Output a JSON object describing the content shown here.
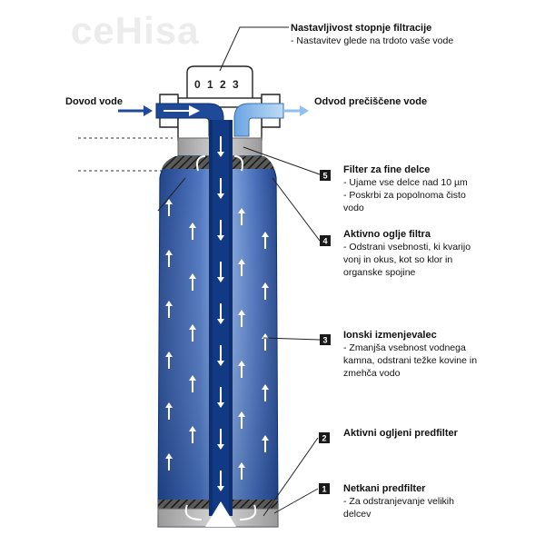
{
  "watermark": "ceHisa",
  "dial_numbers": "0 1 2 3",
  "inlet": "Dovod vode",
  "outlet": "Odvod prečiščene vode",
  "top_callout": {
    "title": "Nastavljivost stopnje filtracije",
    "lines": [
      "- Nastavitev glede na trdoto vaše vode"
    ]
  },
  "layers": [
    {
      "num": "5",
      "title": "Filter za fine delce",
      "lines": [
        "- Ujame vse delce nad 10 µm",
        "- Poskrbi za popolnoma čisto",
        "vodo"
      ]
    },
    {
      "num": "4",
      "title": "Aktivno oglje filtra",
      "lines": [
        "- Odstrani vsebnosti, ki kvarijo",
        "vonj in okus, kot so klor in",
        "organske spojine"
      ]
    },
    {
      "num": "3",
      "title": "Ionski izmenjevalec",
      "lines": [
        "- Zmanjša vsebnost vodnega",
        "kamna, odstrani težke kovine in",
        "zmehča vodo"
      ]
    },
    {
      "num": "2",
      "title": "Aktivni ogljeni predfilter",
      "lines": []
    },
    {
      "num": "1",
      "title": "Netkani predfilter",
      "lines": [
        "- Za odstranjevanje velikih",
        "delcev"
      ]
    }
  ],
  "colors": {
    "dark_blue": "#0d2f6e",
    "mid_blue": "#3f64b0",
    "light_blue": "#a9c4ea",
    "outlet_blue": "#8fc0ee",
    "gray": "#b3b3b3",
    "badge": "#1a1a1a"
  }
}
